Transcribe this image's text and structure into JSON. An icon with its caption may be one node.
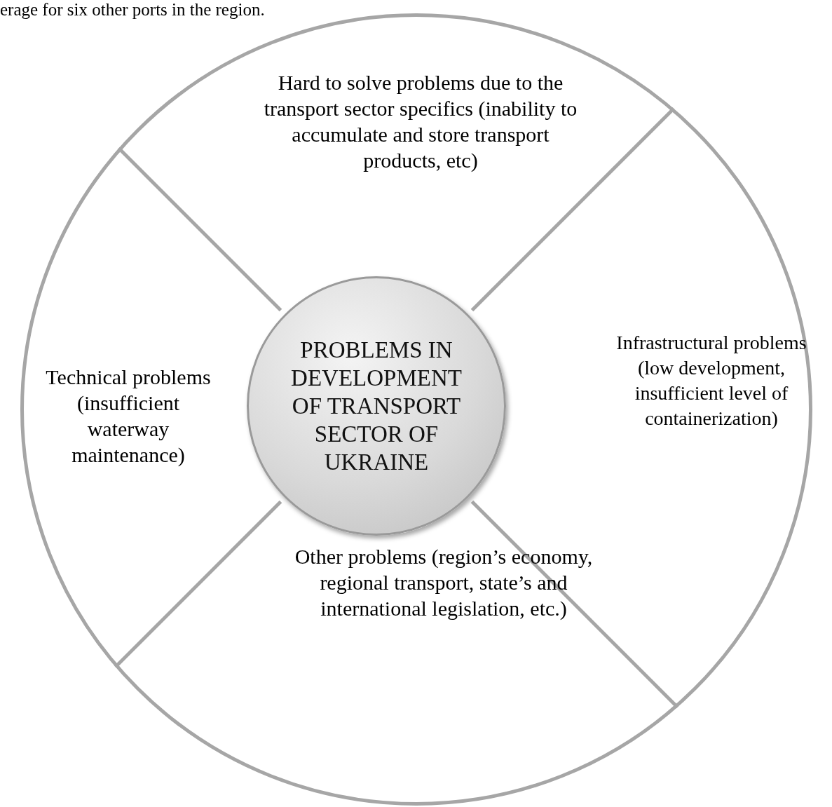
{
  "diagram": {
    "nodes": [
      {
        "text": [],
        "shape": "circle"
      },
      {
        "text": [
          "Hard to solve problems due to the transport sector specifics (inability to accumulate and store transport products, etc)"
        ],
        "in": 0
      },
      {
        "text": [
          "Technical problems (insufficient waterway maintenance)"
        ],
        "in": 0
      },
      {
        "text": [
          "PROBLEMS IN DEVELOPMENT OF TRANSPORT SECTOR OF UKRAINE"
        ],
        "in": 0
      },
      {
        "text": [
          "Infrastructural problems (low development, insufficient level of containerization)"
        ],
        "in": 0
      },
      {
        "text": [
          "Other problems (region’s economy, regional transport, state’s and international legislation, etc.)"
        ],
        "in": 0
      }
    ],
    "edges": [],
    "labels": [
      "erage for six other ports in the region."
    ]
  }
}
